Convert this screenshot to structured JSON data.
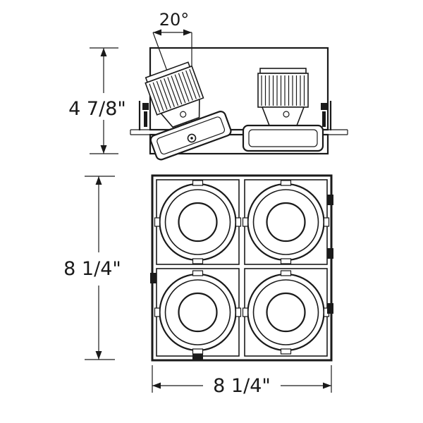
{
  "drawing": {
    "dimensions": {
      "tilt_angle": "20°",
      "side_view_height": "4 7/8\"",
      "bottom_view_height": "8 1/4\"",
      "bottom_view_width": "8 1/4\""
    },
    "colors": {
      "line": "#1a1a1a",
      "background": "#ffffff"
    }
  }
}
